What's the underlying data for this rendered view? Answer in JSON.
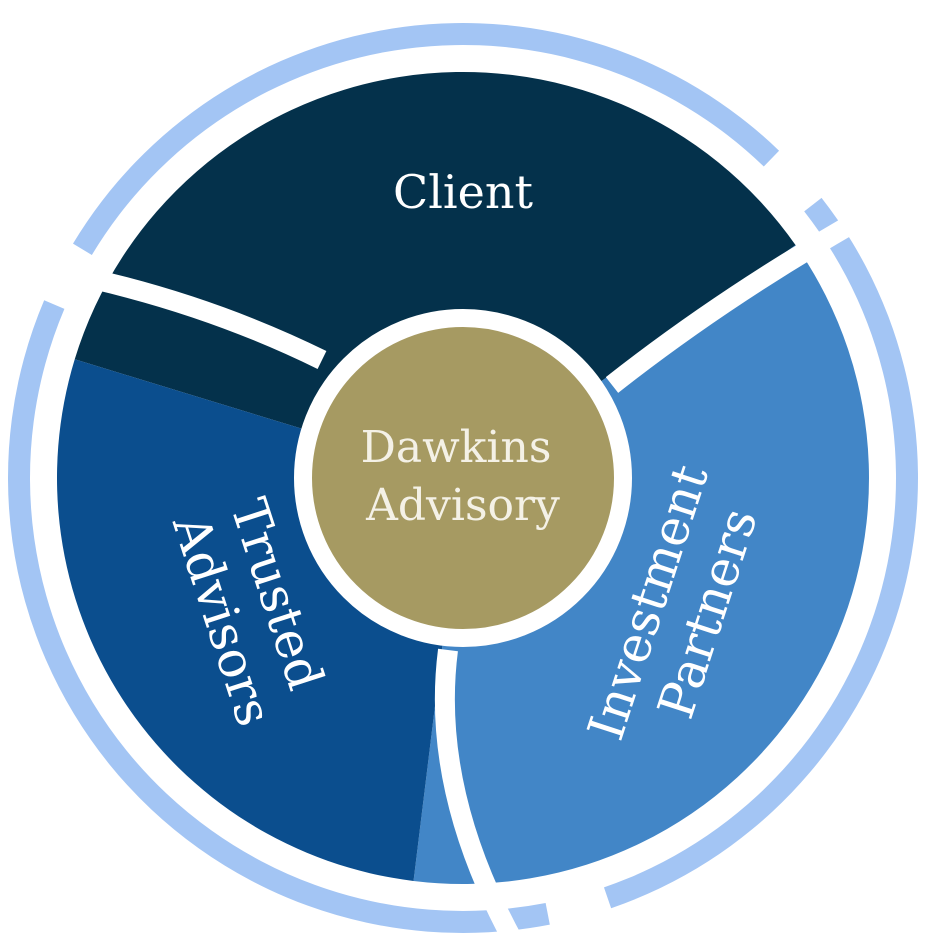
{
  "diagram": {
    "center": {
      "lines": [
        "Dawkins",
        "Advisory"
      ],
      "color": "#a69a62"
    },
    "segments": [
      {
        "id": "client",
        "lines": [
          "Client"
        ],
        "color": "#04314b"
      },
      {
        "id": "investment-partners",
        "lines": [
          "Investment",
          "Partners"
        ],
        "color": "#4286c7"
      },
      {
        "id": "trusted-advisors",
        "lines": [
          "Trusted",
          "Advisors"
        ],
        "color": "#0b4e8e"
      }
    ],
    "outer_ring_color": "#a3c5f4",
    "gap_color": "#ffffff"
  }
}
